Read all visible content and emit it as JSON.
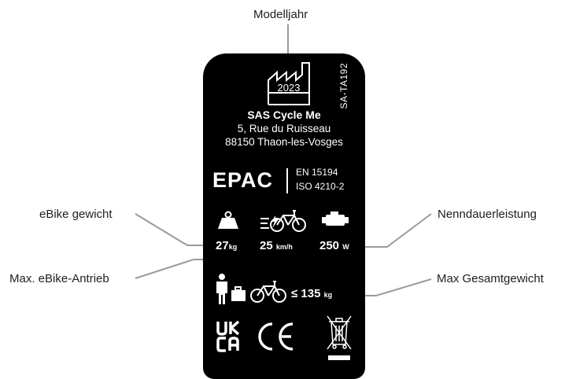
{
  "callouts": {
    "model_year": "Modelljahr",
    "weight": "eBike gewicht",
    "assist": "Max. eBike-Antrieb",
    "power": "Nenndauerleistung",
    "total_weight": "Max Gesamtgewicht"
  },
  "label": {
    "year": "2023",
    "type_code": "SA-TA192",
    "company_name": "SAS Cycle Me",
    "address_line1": "5, Rue du Ruisseau",
    "address_line2": "88150 Thaon-les-Vosges",
    "epac": "EPAC",
    "norm1": "EN 15194",
    "norm2": "ISO 4210-2",
    "weight_value": "27",
    "weight_unit": "kg",
    "speed_value": "25",
    "speed_unit": "km/h",
    "power_value": "250",
    "power_unit": "W",
    "max_weight": "≤ 135",
    "max_weight_unit": "kg",
    "ukca_top": "UK",
    "ukca_bottom": "CA",
    "ce": "CE"
  },
  "colors": {
    "label_bg": "#000000",
    "label_fg": "#ffffff",
    "leader": "#9a9a9a",
    "text": "#1e1e1e"
  }
}
